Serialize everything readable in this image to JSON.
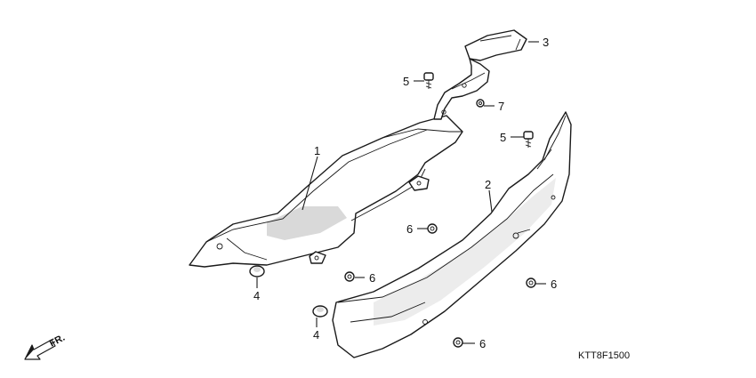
{
  "callouts": {
    "c1": "1",
    "c2": "2",
    "c3": "3",
    "c4a": "4",
    "c4b": "4",
    "c5a": "5",
    "c5b": "5",
    "c6a": "6",
    "c6b": "6",
    "c6c": "6",
    "c6d": "6",
    "c7": "7"
  },
  "direction_label": "FR.",
  "diagram_code": "KTT8F1500",
  "icons": {
    "direction": "front-arrow-icon"
  }
}
